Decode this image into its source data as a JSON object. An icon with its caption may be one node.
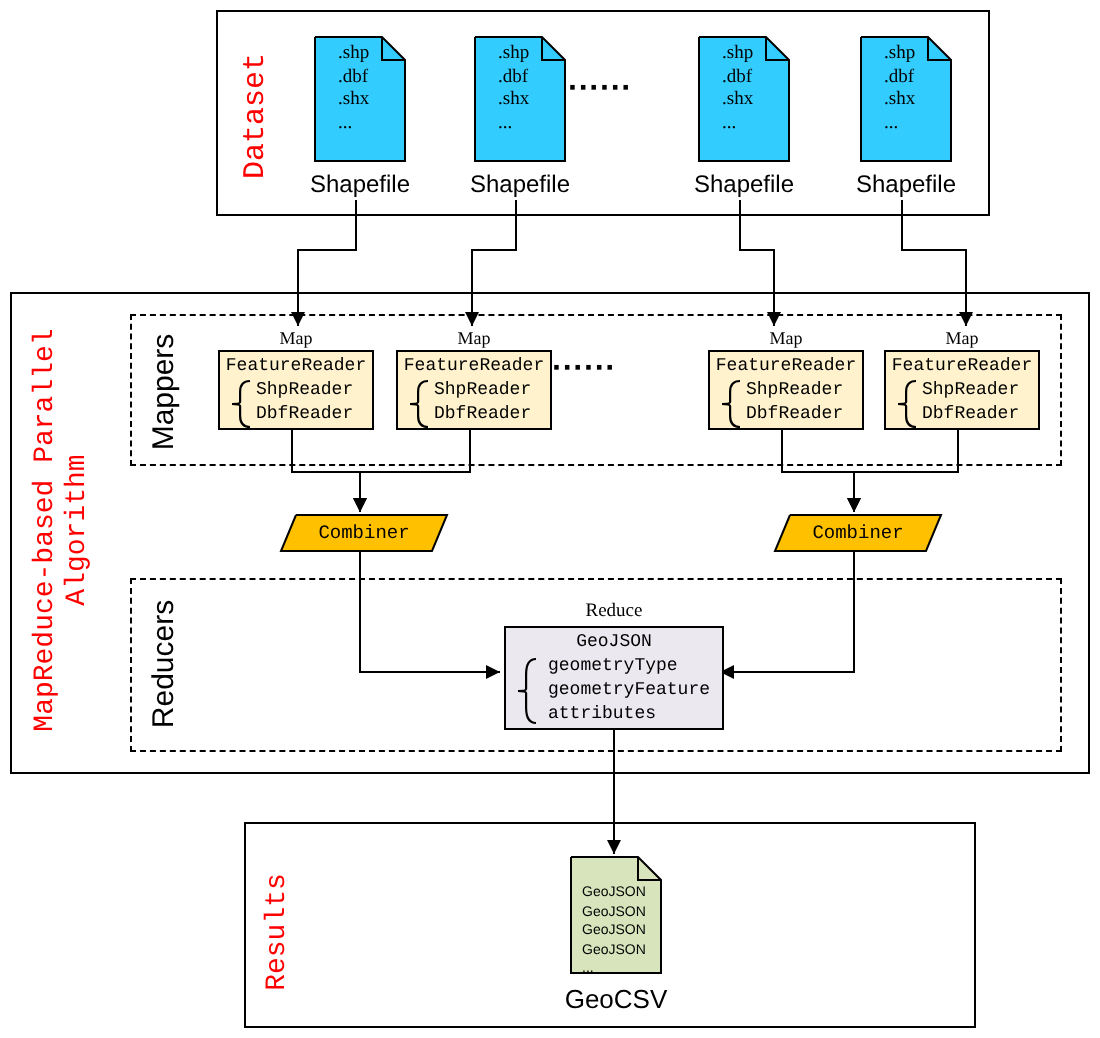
{
  "diagram": {
    "nodes": [
      {
        "text": [
          "Dataset"
        ]
      },
      {
        "text": [
          ".shp",
          ".dbf",
          ".shx",
          "..."
        ],
        "beside": [
          "Shapefile"
        ],
        "in": 0
      },
      {
        "text": [
          ".shp",
          ".dbf",
          ".shx",
          "..."
        ],
        "beside": [
          "Shapefile"
        ],
        "in": 0
      },
      {
        "text": [
          ".shp",
          ".dbf",
          ".shx",
          "..."
        ],
        "beside": [
          "Shapefile"
        ],
        "in": 0
      },
      {
        "text": [
          ".shp",
          ".dbf",
          ".shx",
          "..."
        ],
        "beside": [
          "Shapefile"
        ],
        "in": 0
      },
      {
        "text": [
          "MapReduce-based Parallel Algorithm"
        ]
      },
      {
        "text": [
          "Mappers"
        ],
        "in": 5
      },
      {
        "text": [
          "FeatureReader",
          "ShpReader",
          "DbfReader"
        ],
        "beside": [
          "Map"
        ],
        "in": 6
      },
      {
        "text": [
          "FeatureReader",
          "ShpReader",
          "DbfReader"
        ],
        "beside": [
          "Map"
        ],
        "in": 6
      },
      {
        "text": [
          "FeatureReader",
          "ShpReader",
          "DbfReader"
        ],
        "beside": [
          "Map"
        ],
        "in": 6
      },
      {
        "text": [
          "FeatureReader",
          "ShpReader",
          "DbfReader"
        ],
        "beside": [
          "Map"
        ],
        "in": 6
      },
      {
        "text": [
          "Combiner"
        ],
        "in": 5
      },
      {
        "text": [
          "Combiner"
        ],
        "in": 5
      },
      {
        "text": [
          "Reducers"
        ],
        "in": 5
      },
      {
        "text": [
          "GeoJSON",
          "geometryType",
          "geometryFeature",
          "attributes"
        ],
        "beside": [
          "Reduce"
        ],
        "in": 13
      },
      {
        "text": [
          "Results"
        ]
      },
      {
        "text": [
          "GeoJSON",
          "GeoJSON",
          "GeoJSON",
          "GeoJSON",
          "..."
        ],
        "beside": [
          "GeoCSV"
        ],
        "in": 15
      }
    ],
    "edges": [
      {
        "from": 1,
        "to": 7,
        "arrow": "to"
      },
      {
        "from": 2,
        "to": 8,
        "arrow": "to"
      },
      {
        "from": 3,
        "to": 9,
        "arrow": "to"
      },
      {
        "from": 4,
        "to": 10,
        "arrow": "to"
      },
      {
        "from": 7,
        "to": 11,
        "arrow": "to"
      },
      {
        "from": 8,
        "to": 11,
        "arrow": "to"
      },
      {
        "from": 9,
        "to": 12,
        "arrow": "to"
      },
      {
        "from": 10,
        "to": 12,
        "arrow": "to"
      },
      {
        "from": 11,
        "to": 14,
        "arrow": "to"
      },
      {
        "from": 12,
        "to": 14,
        "arrow": "to"
      },
      {
        "from": 14,
        "to": 16,
        "arrow": "to"
      }
    ],
    "labels": [
      "······",
      "······"
    ]
  }
}
